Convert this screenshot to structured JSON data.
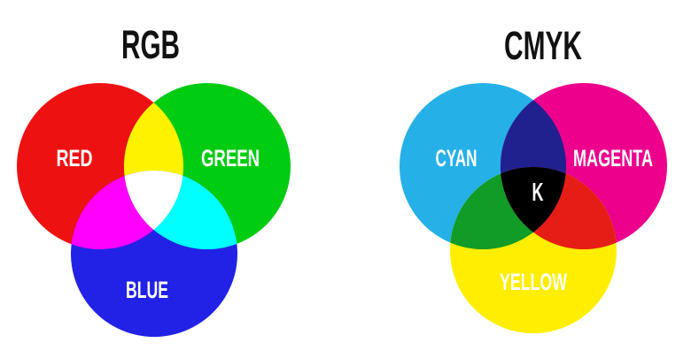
{
  "figure": {
    "background": "#ffffff",
    "title_color": "#111111",
    "label_color": "#ffffff"
  },
  "rgb": {
    "title": "RGB",
    "circles": {
      "red": {
        "label": "RED",
        "color": "#ee1111"
      },
      "green": {
        "label": "GREEN",
        "color": "#00cc11"
      },
      "blue": {
        "label": "BLUE",
        "color": "#2222e6"
      }
    },
    "overlaps": {
      "red_green": {
        "result": "yellow",
        "color": "#fff200"
      },
      "red_blue": {
        "result": "magenta",
        "color": "#ff00ff"
      },
      "green_blue": {
        "result": "cyan",
        "color": "#00ffff"
      },
      "center": {
        "result": "white",
        "color": "#ffffff"
      }
    }
  },
  "cmyk": {
    "title": "CMYK",
    "circles": {
      "cyan": {
        "label": "CYAN",
        "color": "#25b0e8"
      },
      "magenta": {
        "label": "MAGENTA",
        "color": "#ec008c"
      },
      "yellow": {
        "label": "YELLOW",
        "color": "#ffee00"
      }
    },
    "overlaps": {
      "cyan_magenta": {
        "result": "blue",
        "color": "#20208f"
      },
      "cyan_yellow": {
        "result": "green",
        "color": "#119b27"
      },
      "magenta_yellow": {
        "result": "red",
        "color": "#e61d17"
      },
      "center": {
        "result": "black",
        "color": "#000000",
        "label": "K"
      }
    }
  }
}
